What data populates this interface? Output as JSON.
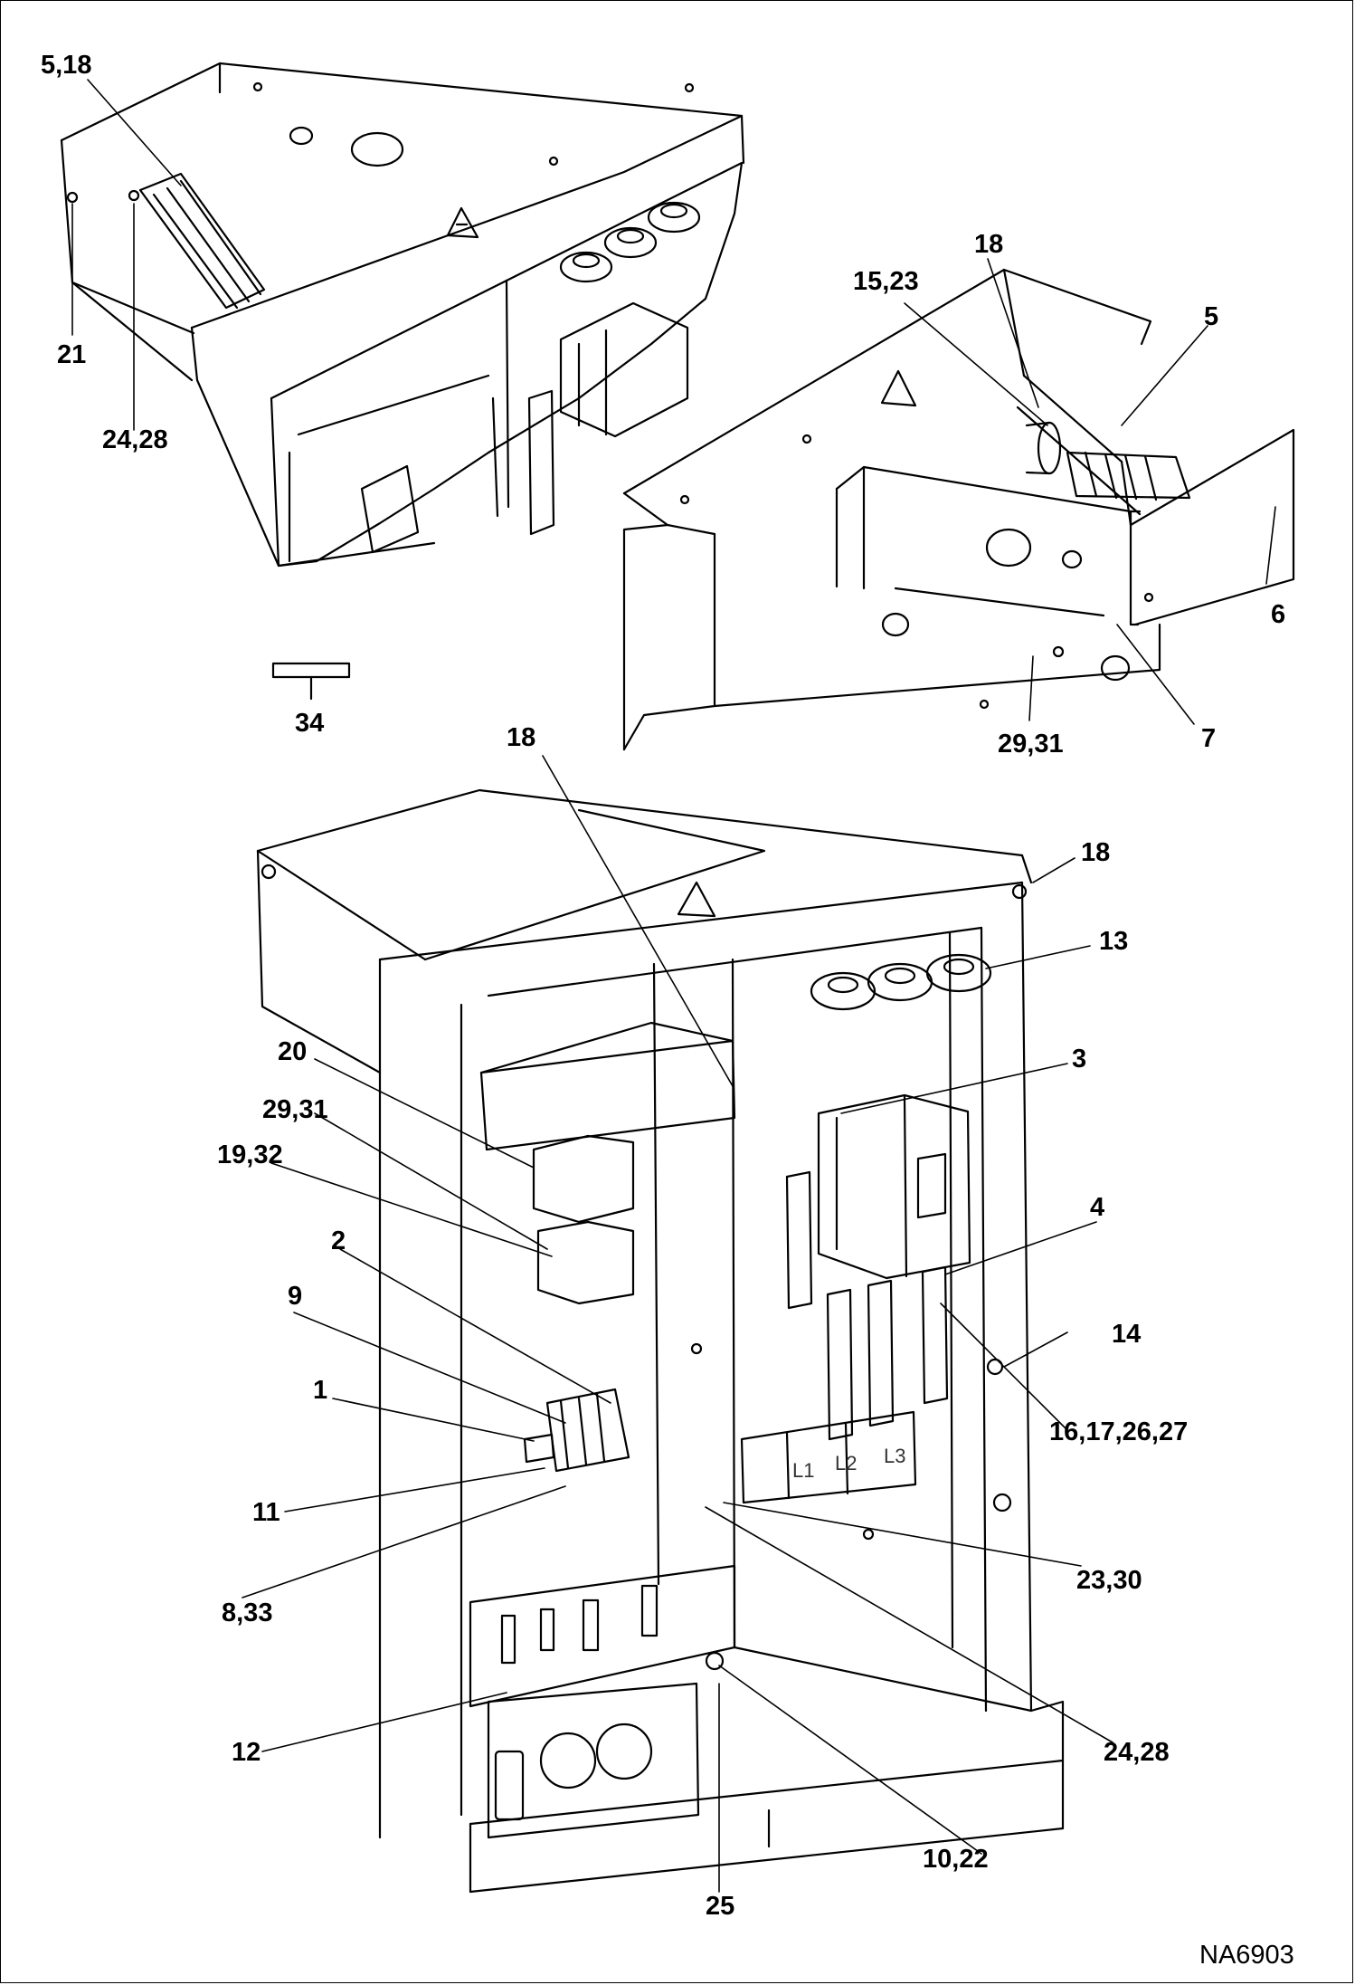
{
  "drawing_code": "NA6903",
  "bus_labels": [
    "L1",
    "L2",
    "L3"
  ],
  "callouts": [
    {
      "id": "c-5-18-top",
      "text": "5,18"
    },
    {
      "id": "c-21",
      "text": "21"
    },
    {
      "id": "c-24-28-top",
      "text": "24,28"
    },
    {
      "id": "c-18-right",
      "text": "18"
    },
    {
      "id": "c-15-23",
      "text": "15,23"
    },
    {
      "id": "c-5-right",
      "text": "5"
    },
    {
      "id": "c-6",
      "text": "6"
    },
    {
      "id": "c-7",
      "text": "7"
    },
    {
      "id": "c-29-31-right",
      "text": "29,31"
    },
    {
      "id": "c-34",
      "text": "34"
    },
    {
      "id": "c-18-main",
      "text": "18"
    },
    {
      "id": "c-18-corner",
      "text": "18"
    },
    {
      "id": "c-13",
      "text": "13"
    },
    {
      "id": "c-3",
      "text": "3"
    },
    {
      "id": "c-20",
      "text": "20"
    },
    {
      "id": "c-29-31-main",
      "text": "29,31"
    },
    {
      "id": "c-19-32",
      "text": "19,32"
    },
    {
      "id": "c-4",
      "text": "4"
    },
    {
      "id": "c-2",
      "text": "2"
    },
    {
      "id": "c-9",
      "text": "9"
    },
    {
      "id": "c-14",
      "text": "14"
    },
    {
      "id": "c-1",
      "text": "1"
    },
    {
      "id": "c-16-17-26-27",
      "text": "16,17,26,27"
    },
    {
      "id": "c-11",
      "text": "11"
    },
    {
      "id": "c-23-30",
      "text": "23,30"
    },
    {
      "id": "c-8-33",
      "text": "8,33"
    },
    {
      "id": "c-12",
      "text": "12"
    },
    {
      "id": "c-24-28-main",
      "text": "24,28"
    },
    {
      "id": "c-10-22",
      "text": "10,22"
    },
    {
      "id": "c-25",
      "text": "25"
    }
  ]
}
